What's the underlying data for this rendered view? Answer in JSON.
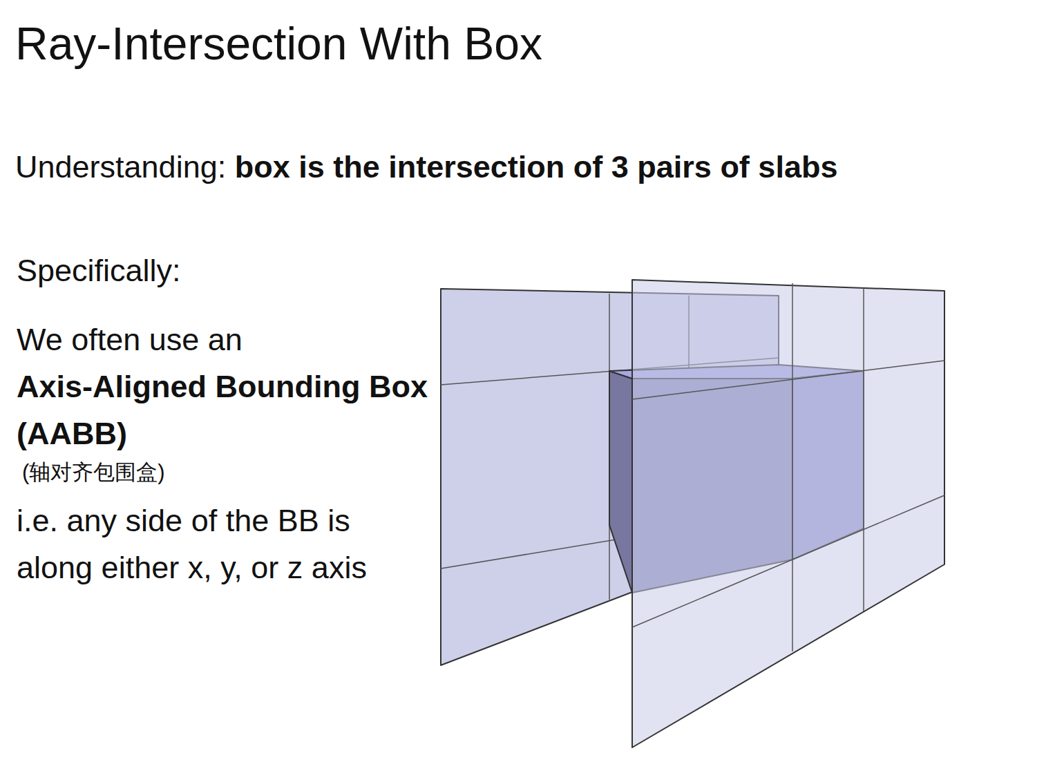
{
  "diagram": {
    "title": "Ray-Intersection With Box",
    "labels": [
      "Understanding:",
      "box is the intersection of 3 pairs of slabs",
      "Specifically:",
      "We often use an",
      "Axis-Aligned Bounding Box (AABB)",
      "(轴对齐包围盒)",
      "i.e. any side of the BB is along either x, y, or z axis"
    ]
  }
}
